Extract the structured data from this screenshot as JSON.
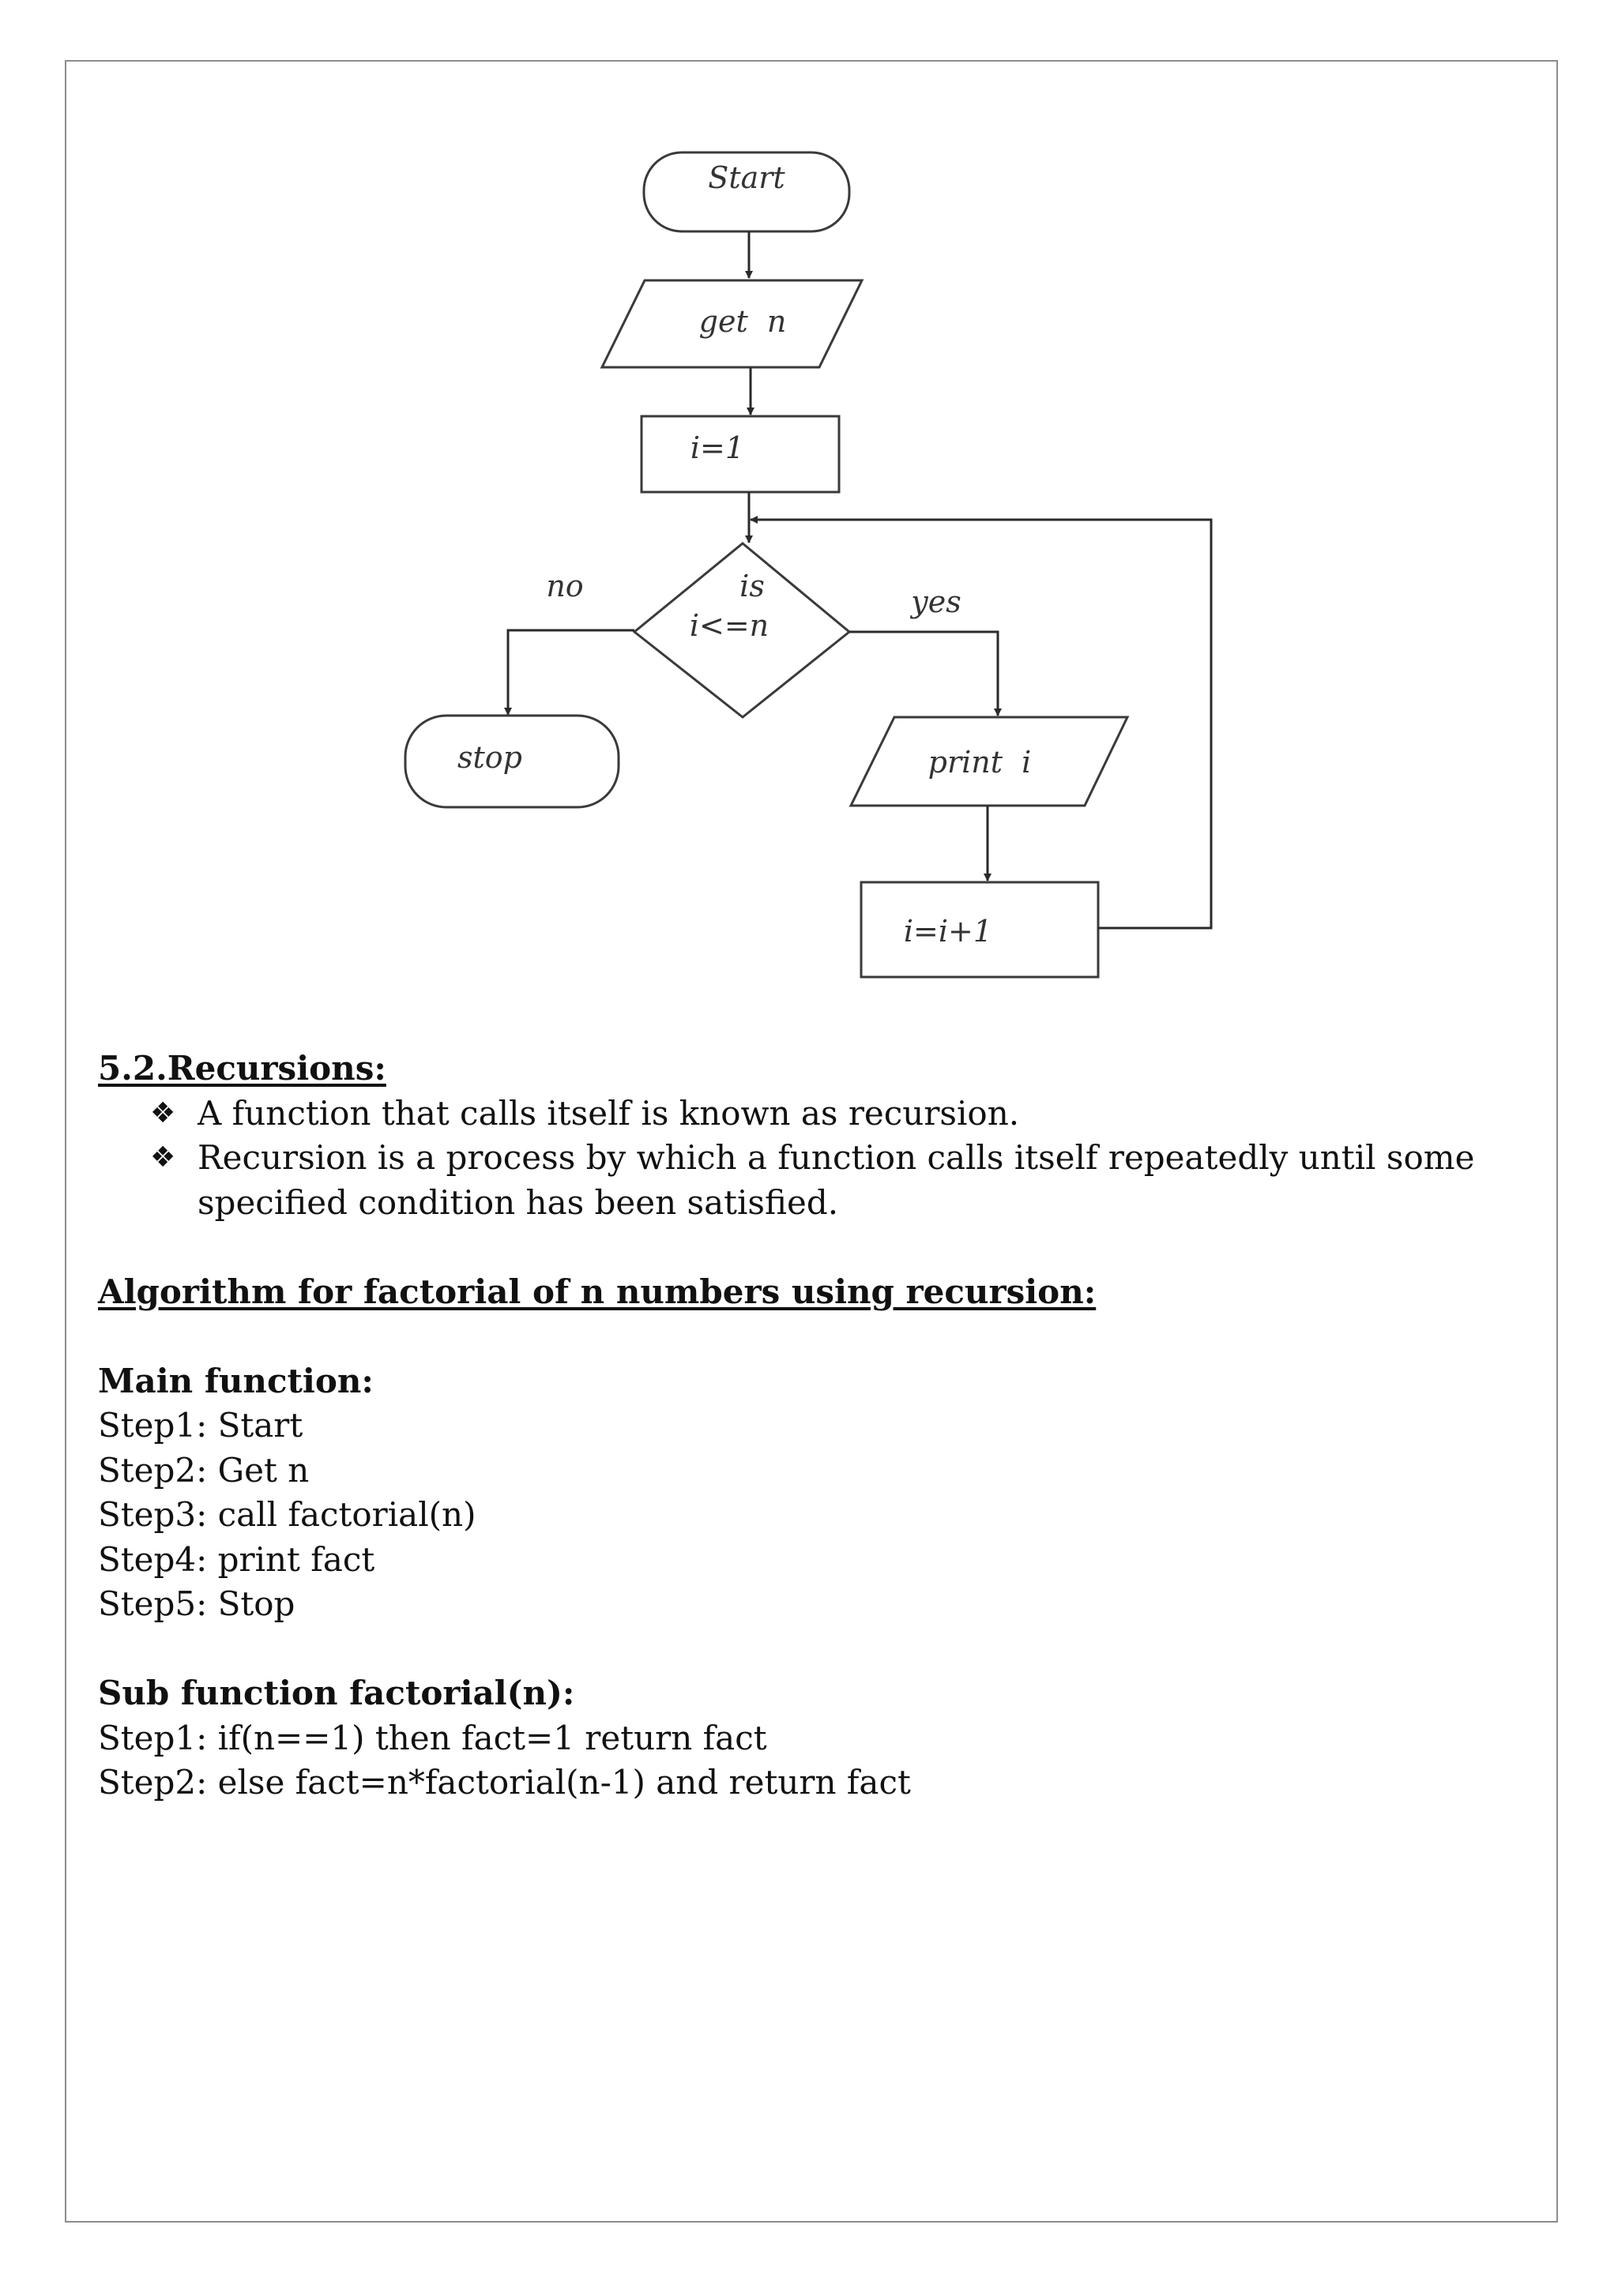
{
  "flowchart": {
    "start": "Start",
    "input": "get  n",
    "init": "i=1",
    "decision_line1": "is",
    "decision_line2": "i<=n",
    "no_label": "no",
    "yes_label": "yes",
    "stop": "stop",
    "output": "print  i",
    "increment": "i=i+1"
  },
  "section": {
    "heading": "5.2.Recursions:",
    "bullets": [
      "A function that calls itself is known as recursion.",
      "Recursion is a process by which a function calls itself repeatedly until some specified condition has been satisfied."
    ],
    "bullet_icon": "❖"
  },
  "algorithm": {
    "heading": "Algorithm for factorial of n numbers using recursion:",
    "main_heading": "Main function:",
    "main_steps": [
      "Step1: Start",
      "Step2: Get n",
      "Step3: call factorial(n)",
      "Step4: print fact",
      "Step5: Stop"
    ],
    "sub_heading": "Sub function factorial(n):",
    "sub_steps": [
      "Step1: if(n==1) then fact=1 return fact",
      "Step2: else fact=n*factorial(n-1) and return fact"
    ]
  }
}
